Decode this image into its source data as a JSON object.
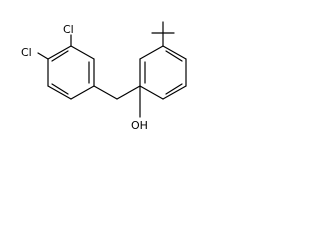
{
  "molecule": {
    "atoms": {
      "cl_top": "Cl",
      "cl_left": "Cl",
      "hydroxyl": "OH"
    },
    "colors": {
      "bond": "#000000",
      "background": "#ffffff"
    }
  }
}
